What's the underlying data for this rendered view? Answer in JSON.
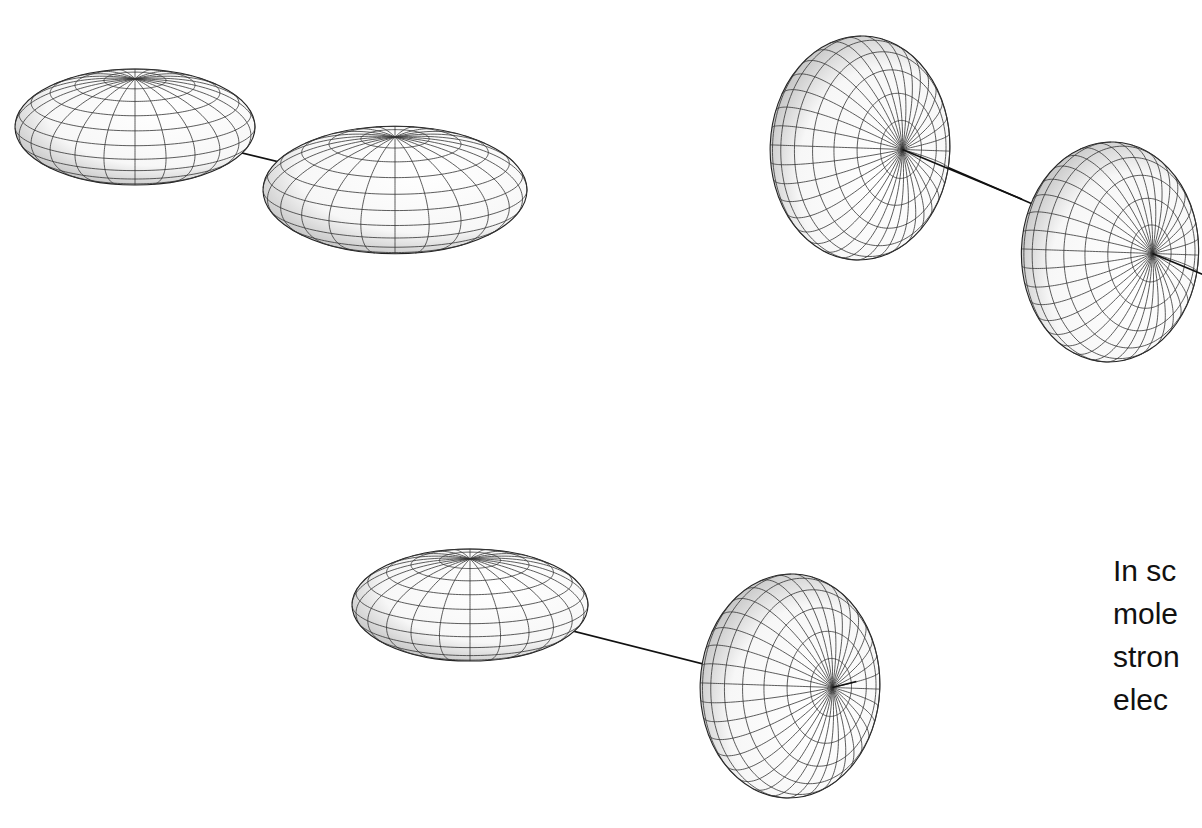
{
  "diagram": {
    "labels": [
      "In sc",
      "mole",
      "stron",
      "elec"
    ]
  }
}
